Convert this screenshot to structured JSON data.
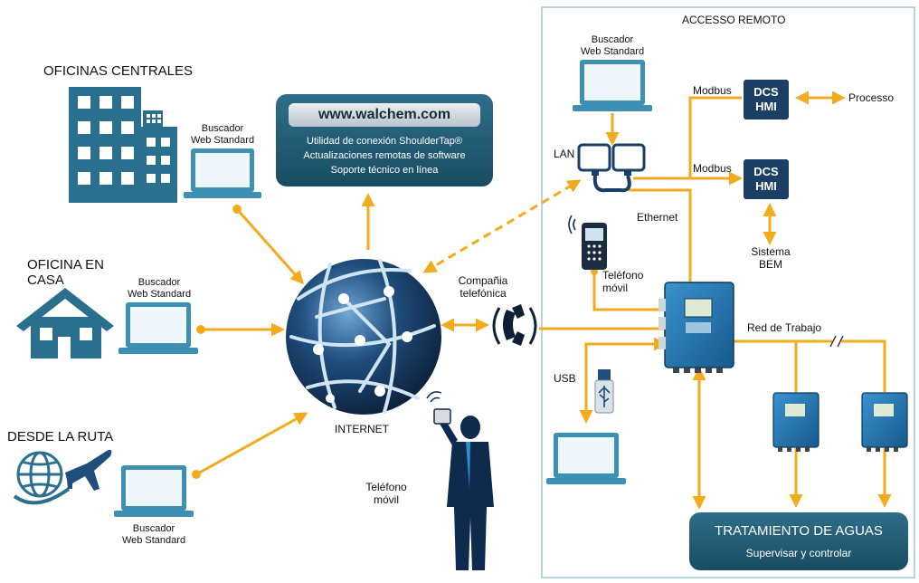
{
  "locations": {
    "headquarters": "OFICINAS CENTRALES",
    "home_office": "OFICINA EN CASA",
    "on_the_road": "DESDE LA RUTA"
  },
  "browser_label_line1": "Buscador",
  "browser_label_line2": "Web Standard",
  "internet_label": "INTERNET",
  "phone_company_line1": "Compañia",
  "phone_company_line2": "telefónica",
  "mobile_label_line1": "Teléfono",
  "mobile_label_line2": "móvil",
  "web_service": {
    "url": "www.walchem.com",
    "line1": "Utilidad de conexión ShoulderTap®",
    "line2": "Actualizaciones remotas de software",
    "line3": "Soporte técnico en línea"
  },
  "remote_access": {
    "title": "ACCESSO REMOTO",
    "lan": "LAN",
    "modbus": "Modbus",
    "dcs_line1": "DCS",
    "dcs_line2": "HMI",
    "process": "Processo",
    "ethernet": "Ethernet",
    "bem_line1": "Sistema",
    "bem_line2": "BEM",
    "usb": "USB",
    "network": "Red de Trabajo"
  },
  "treatment": {
    "title": "TRATAMIENTO DE AGUAS",
    "subtitle": "Supervisar y controlar"
  },
  "colors": {
    "connector": "#f2ab1e",
    "device_blue": "#1f6ea8",
    "icon_blue": "#2b6f8f",
    "laptop_body": "#3d8fb3",
    "dashed": "#f2ab1e"
  },
  "icons": [
    "building-icon",
    "house-icon",
    "globe-plane-icon",
    "laptop-icon",
    "globe-icon",
    "phone-handset-icon",
    "cell-phone-icon",
    "usb-stick-icon",
    "controller-icon",
    "businessman-icon"
  ]
}
